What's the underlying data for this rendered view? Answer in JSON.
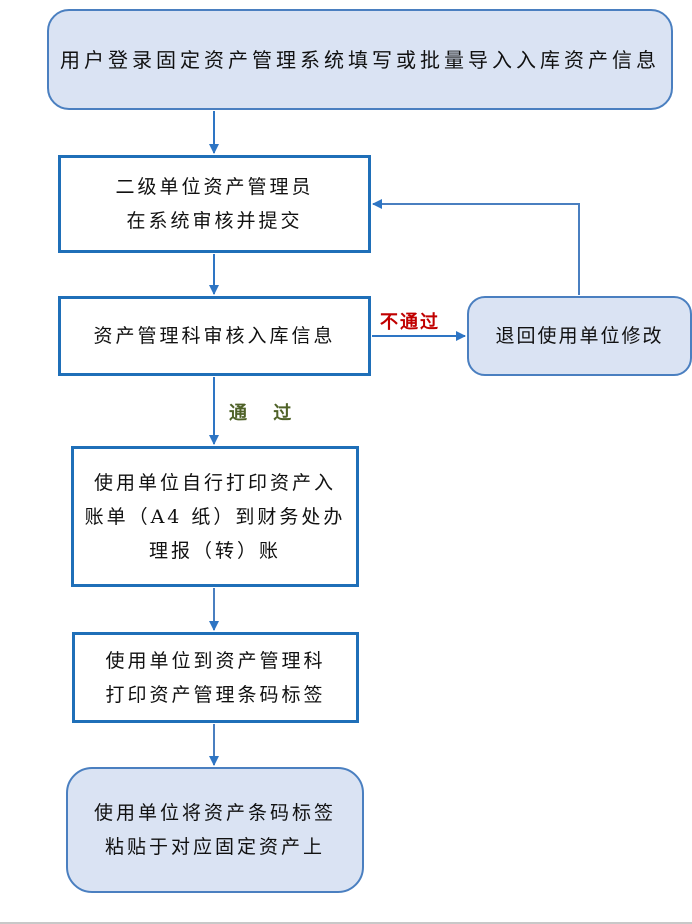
{
  "flowchart": {
    "nodes": {
      "login": {
        "lines": [
          "用户登录固定资产管理系统填写或批量导入入库资产信息"
        ]
      },
      "secondary_review": {
        "lines": [
          "二级单位资产管理员",
          "在系统审核并提交"
        ]
      },
      "asset_dept_review": {
        "lines": [
          "资产管理科审核入库信息"
        ]
      },
      "return_modify": {
        "lines": [
          "退回使用单位修改"
        ]
      },
      "print_voucher": {
        "lines": [
          "使用单位自行打印资产入",
          "账单（A4 纸）到财务处办",
          "理报（转）账"
        ]
      },
      "print_barcode": {
        "lines": [
          "使用单位到资产管理科",
          "打印资产管理条码标签"
        ]
      },
      "attach_label": {
        "lines": [
          "使用单位将资产条码标签",
          "粘贴于对应固定资产上"
        ]
      }
    },
    "edge_labels": {
      "fail": "不通过",
      "pass": "通 过"
    },
    "colors": {
      "rect_border": "#1f6fb8",
      "rounded_fill": "#dae3f3",
      "rounded_border": "#4a7fc0",
      "arrow": "#2e75c4",
      "fail_label": "#c00000",
      "pass_label": "#4f6228"
    }
  }
}
